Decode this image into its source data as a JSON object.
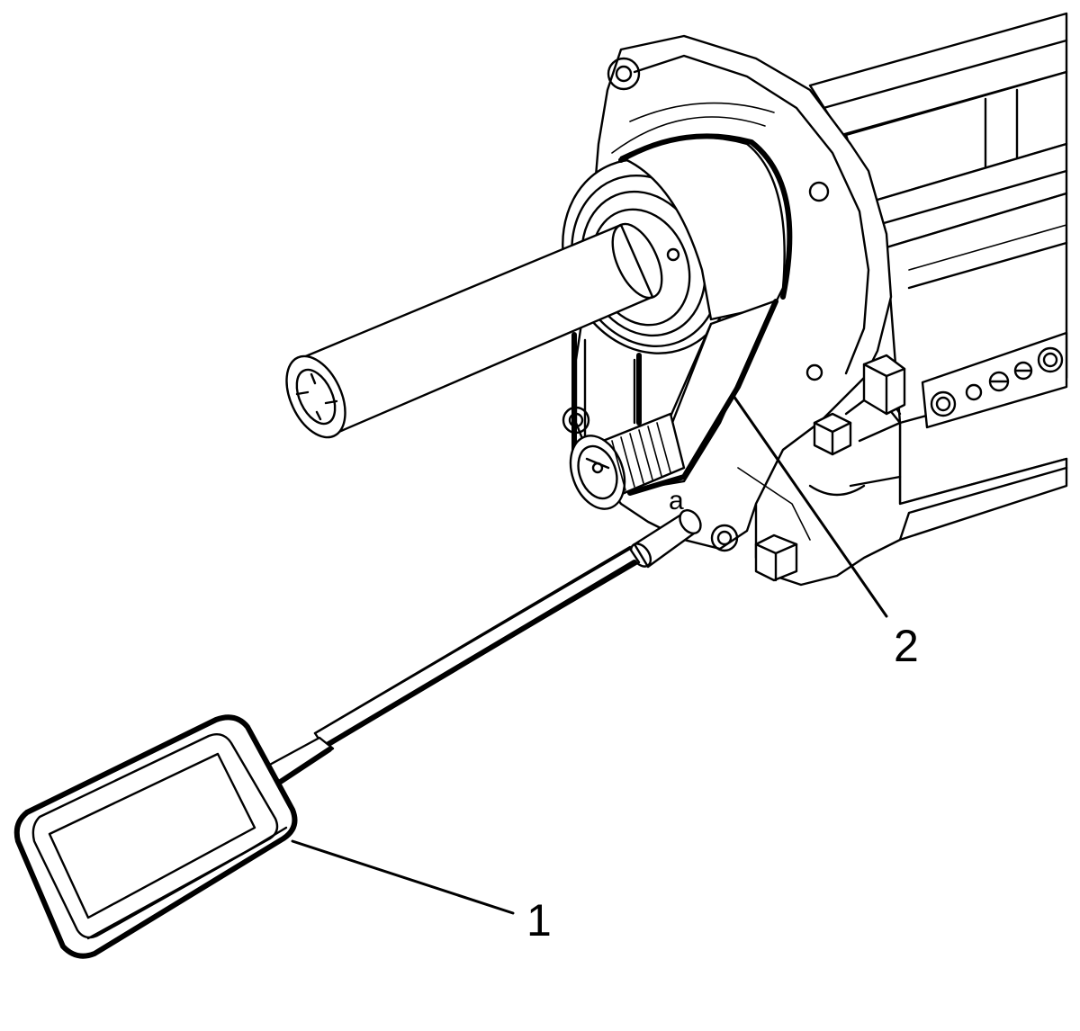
{
  "callouts": {
    "callout_1": "1",
    "callout_2": "2",
    "reference_a": "a"
  },
  "colors": {
    "line": "#000000",
    "background": "#ffffff",
    "display_screen": "#e5e5e5"
  }
}
